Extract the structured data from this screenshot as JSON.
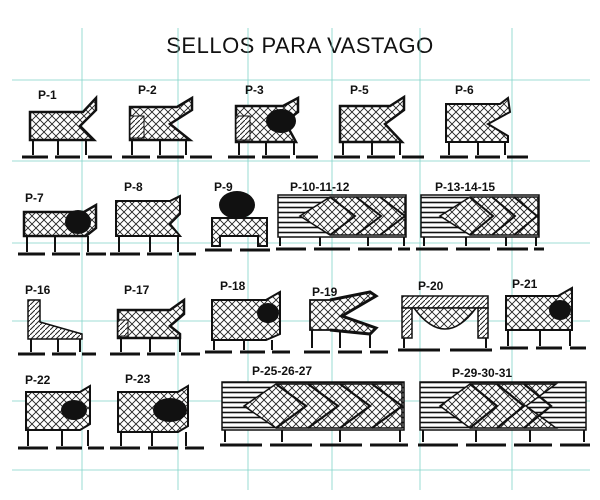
{
  "title": "SELLOS PARA VASTAGO",
  "colors": {
    "grid": "#7fd3c8",
    "ink": "#111111",
    "hatch": "#222222"
  },
  "seals": [
    {
      "id": "p1",
      "label": "P-1"
    },
    {
      "id": "p2",
      "label": "P-2"
    },
    {
      "id": "p3",
      "label": "P-3"
    },
    {
      "id": "p5",
      "label": "P-5"
    },
    {
      "id": "p6",
      "label": "P-6"
    },
    {
      "id": "p7",
      "label": "P-7"
    },
    {
      "id": "p8",
      "label": "P-8"
    },
    {
      "id": "p9",
      "label": "P-9"
    },
    {
      "id": "p10",
      "label": "P-10-11-12"
    },
    {
      "id": "p13",
      "label": "P-13-14-15"
    },
    {
      "id": "p16",
      "label": "P-16"
    },
    {
      "id": "p17",
      "label": "P-17"
    },
    {
      "id": "p18",
      "label": "P-18"
    },
    {
      "id": "p19",
      "label": "P-19"
    },
    {
      "id": "p20",
      "label": "P-20"
    },
    {
      "id": "p21",
      "label": "P-21"
    },
    {
      "id": "p22",
      "label": "P-22"
    },
    {
      "id": "p23",
      "label": "P-23"
    },
    {
      "id": "p25",
      "label": "P-25-26-27"
    },
    {
      "id": "p29",
      "label": "P-29-30-31"
    }
  ]
}
